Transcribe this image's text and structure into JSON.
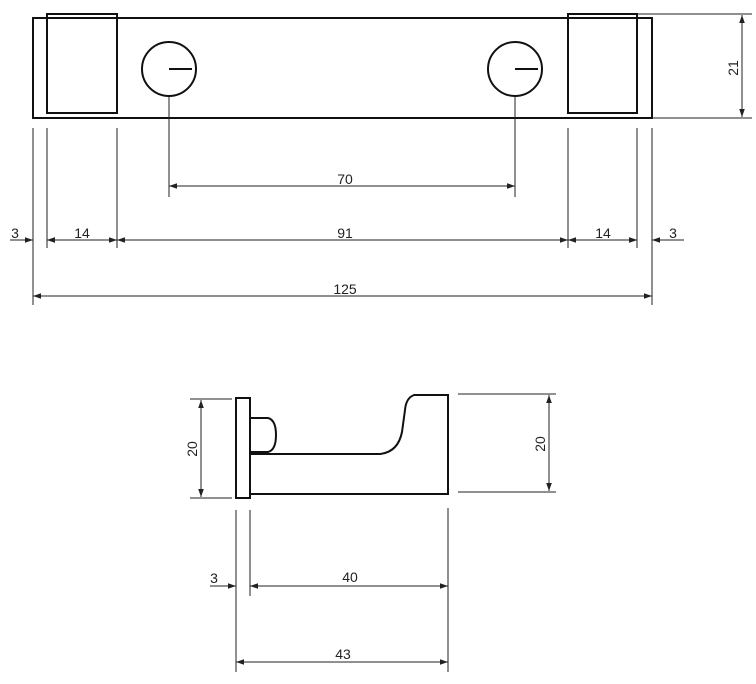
{
  "front_view": {
    "dimensions": {
      "height": "21",
      "hole_spacing": "70",
      "left_margin": "3",
      "left_block": "14",
      "middle": "91",
      "right_block": "14",
      "right_margin": "3",
      "total_length": "125"
    }
  },
  "side_view": {
    "dimensions": {
      "plate_height": "20",
      "hook_height": "20",
      "plate_thickness": "3",
      "hook_depth": "40",
      "total_depth": "43"
    }
  }
}
